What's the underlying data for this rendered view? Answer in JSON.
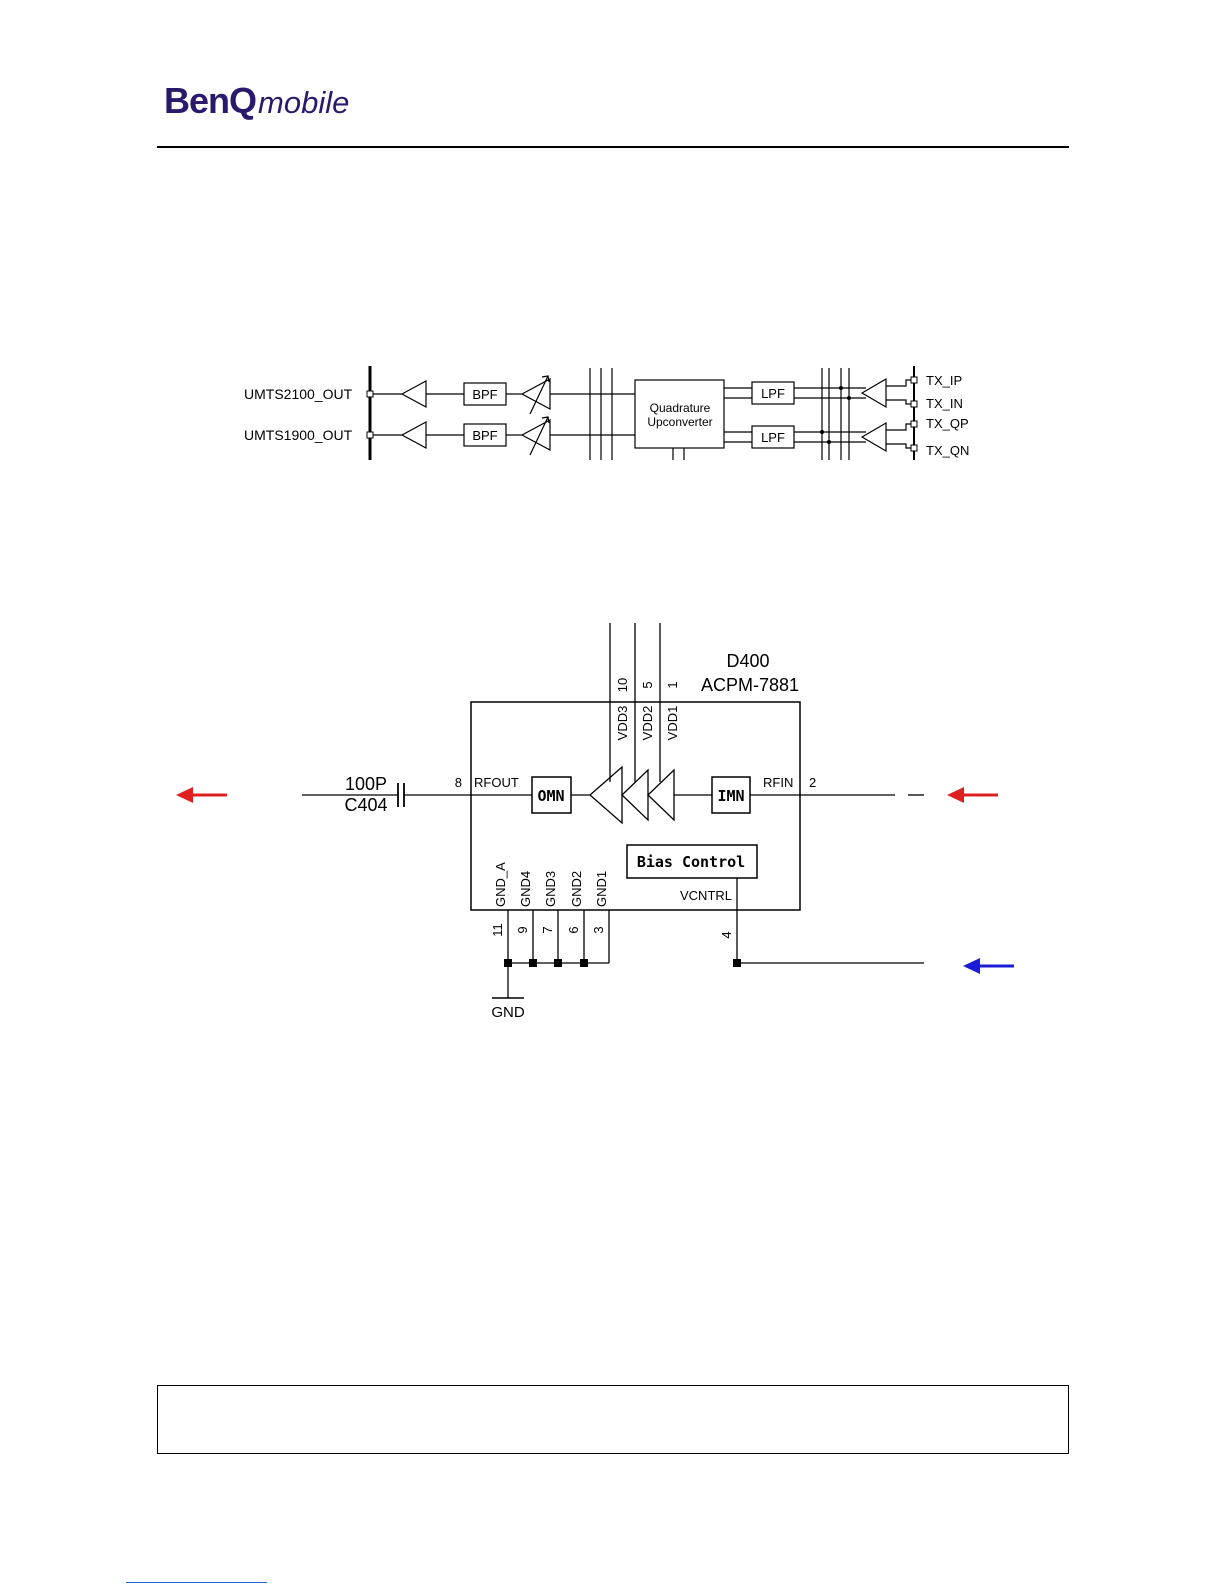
{
  "header": {
    "logo_brand": "BenQ",
    "logo_suffix": "mobile"
  },
  "tx_chain": {
    "outputs": [
      "UMTS2100_OUT",
      "UMTS1900_OUT"
    ],
    "bpf_label": "BPF",
    "upconverter_line1": "Quadrature",
    "upconverter_line2": "Upconverter",
    "lpf_label": "LPF",
    "tx_pins": [
      "TX_IP",
      "TX_IN",
      "TX_QP",
      "TX_QN"
    ]
  },
  "pa": {
    "ref": "D400",
    "part": "ACPM-7881",
    "capacitor_value": "100P",
    "capacitor_ref": "C404",
    "rfout_label": "RFOUT",
    "rfout_pin": "8",
    "rfin_label": "RFIN",
    "rfin_pin": "2",
    "omn_label": "OMN",
    "imn_label": "IMN",
    "bias_label": "Bias Control",
    "vcntrl_label": "VCNTRL",
    "vcntrl_pin": "4",
    "vdd_pins": [
      {
        "pin": "10",
        "name": "VDD3"
      },
      {
        "pin": "5",
        "name": "VDD2"
      },
      {
        "pin": "1",
        "name": "VDD1"
      }
    ],
    "gnd_pins": [
      {
        "pin": "11",
        "name": "GND_A"
      },
      {
        "pin": "9",
        "name": "GND4"
      },
      {
        "pin": "7",
        "name": "GND3"
      },
      {
        "pin": "6",
        "name": "GND2"
      },
      {
        "pin": "3",
        "name": "GND1"
      }
    ],
    "gnd_label": "GND",
    "arrow_colors": {
      "rf": "#e02020",
      "control": "#1c1cd6"
    }
  }
}
